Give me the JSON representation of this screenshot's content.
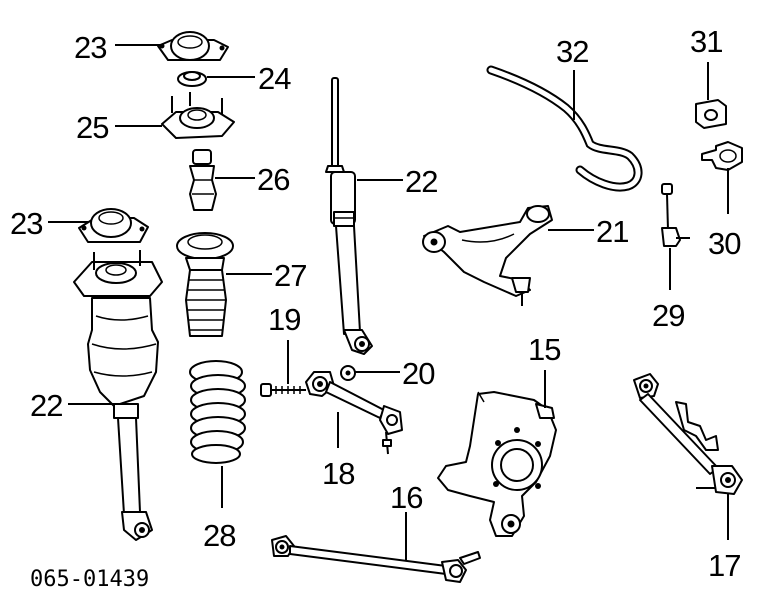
{
  "diagram": {
    "reference_code": "065-01439",
    "callouts": {
      "c23a": "23",
      "c24": "24",
      "c25": "25",
      "c26": "26",
      "c23b": "23",
      "c22a": "22",
      "c27": "27",
      "c22b": "22",
      "c28": "28",
      "c19": "19",
      "c20": "20",
      "c18": "18",
      "c32": "32",
      "c21": "21",
      "c31": "31",
      "c30": "30",
      "c29": "29",
      "c15": "15",
      "c16": "16",
      "c17": "17"
    }
  }
}
